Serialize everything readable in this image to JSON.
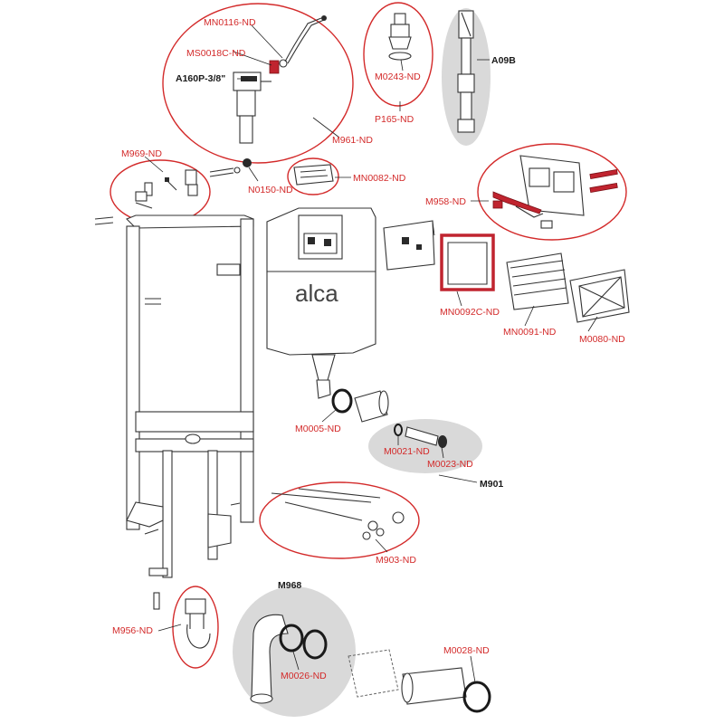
{
  "brand": {
    "logo_text": "alca"
  },
  "colors": {
    "label_red": "#d32a2a",
    "label_black": "#1a1a1a",
    "highlight_grey": "#d9d9d9"
  },
  "labels": {
    "mn0116": "MN0116-ND",
    "ms0018c": "MS0018C-ND",
    "a160p": "A160P-3/8\"",
    "m961": "M961-ND",
    "m0243": "M0243-ND",
    "p165": "P165-ND",
    "a09b": "A09B",
    "m969": "M969-ND",
    "n0150": "N0150-ND",
    "mn0082": "MN0082-ND",
    "m958": "M958-ND",
    "mn0092c": "MN0092C-ND",
    "mn0091": "MN0091-ND",
    "m0080": "M0080-ND",
    "m0005": "M0005-ND",
    "m0021": "M0021-ND",
    "m0023": "M0023-ND",
    "m901": "M901",
    "m903": "M903-ND",
    "m968": "M968",
    "m956": "M956-ND",
    "m0026": "M0026-ND",
    "m0028": "M0028-ND"
  }
}
